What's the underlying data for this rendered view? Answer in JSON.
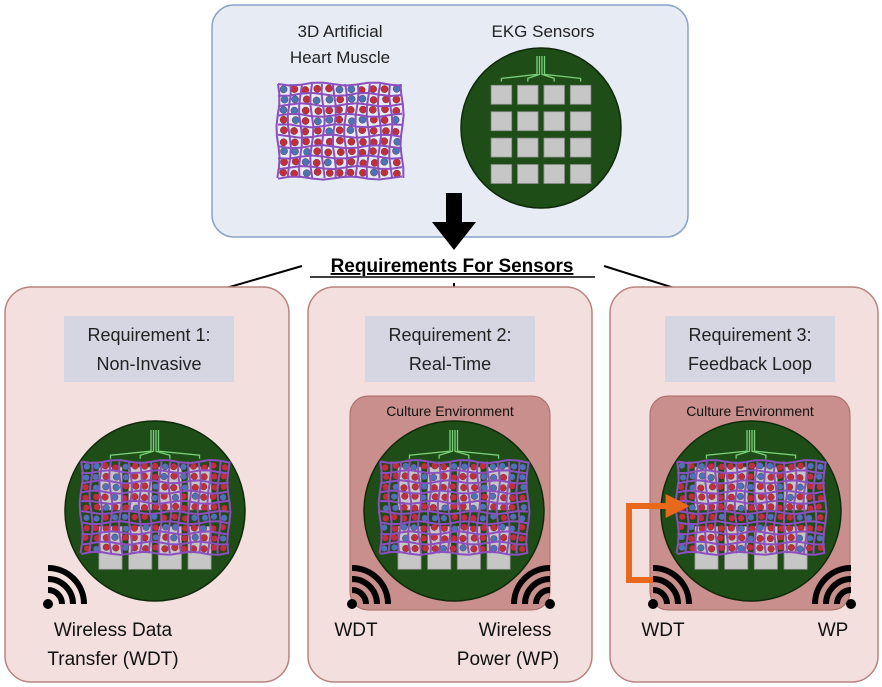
{
  "top_panel": {
    "muscle_label_line1": "3D Artificial",
    "muscle_label_line2": "Heart Muscle",
    "sensor_label": "EKG Sensors"
  },
  "requirements_title": "Requirements For Sensors",
  "panels": [
    {
      "req_line1": "Requirement 1:",
      "req_line2": "Non-Invasive",
      "caption_line1": "Wireless Data",
      "caption_line2": "Transfer (WDT)"
    },
    {
      "req_line1": "Requirement 2:",
      "req_line2": "Real-Time",
      "culture_label": "Culture Environment",
      "left_label": "WDT",
      "right_label_line1": "Wireless",
      "right_label_line2": "Power (WP)"
    },
    {
      "req_line1": "Requirement 3:",
      "req_line2": "Feedback Loop",
      "culture_label": "Culture Environment",
      "left_label": "WDT",
      "right_label": "WP"
    }
  ],
  "colors": {
    "top_panel_fill": "#e6ebf4",
    "panel_fill": "#f3dfdd",
    "culture_fill": "#c98f8c",
    "circle_fill": "#1f4d17",
    "mesh": "#8c4fbf",
    "cell_red": "#c0303a",
    "cell_blue": "#4a74b4",
    "feedback_arrow": "#e8691c"
  }
}
